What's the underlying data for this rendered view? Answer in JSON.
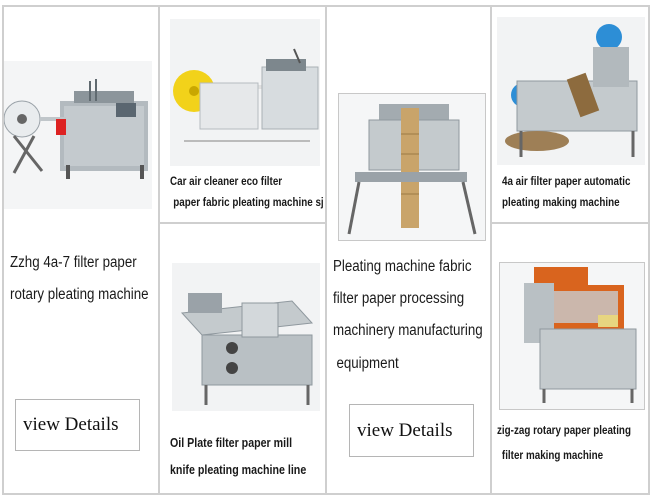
{
  "products": [
    {
      "title": "Zzhg 4a-7 filter paper rotary pleating machine",
      "lines": [
        "Zzhg 4a-7 filter paper",
        "rotary pleating machine"
      ],
      "button": "view Details"
    },
    {
      "title": "Car air cleaner eco filter paper fabric pleating machine sj",
      "lines": [
        "Car air cleaner eco filter",
        "paper fabric pleating machine sj"
      ]
    },
    {
      "title": "Oil Plate filter paper mill knife pleating machine line",
      "lines": [
        "Oil Plate filter paper mill",
        "knife pleating machine line"
      ]
    },
    {
      "title": "Pleating machine fabric filter paper processing machinery manufacturing equipment",
      "lines": [
        "Pleating machine fabric",
        "filter paper processing",
        "machinery manufacturing",
        "equipment"
      ],
      "button": "view Details"
    },
    {
      "title": "4a air filter paper automatic pleating making machine",
      "lines": [
        "4a air filter paper automatic",
        "pleating making machine"
      ]
    },
    {
      "title": "zig-zag rotary paper pleating filter making machine",
      "lines": [
        "zig-zag rotary paper pleating",
        "filter making machine"
      ]
    }
  ],
  "colors": {
    "grid": "#cfcfcf",
    "machine_gray": "#a9b0b5",
    "roll_yellow": "#f2d21a",
    "roll_blue": "#2d8ed6",
    "kraft": "#c9a46a",
    "orange": "#d9641e"
  }
}
